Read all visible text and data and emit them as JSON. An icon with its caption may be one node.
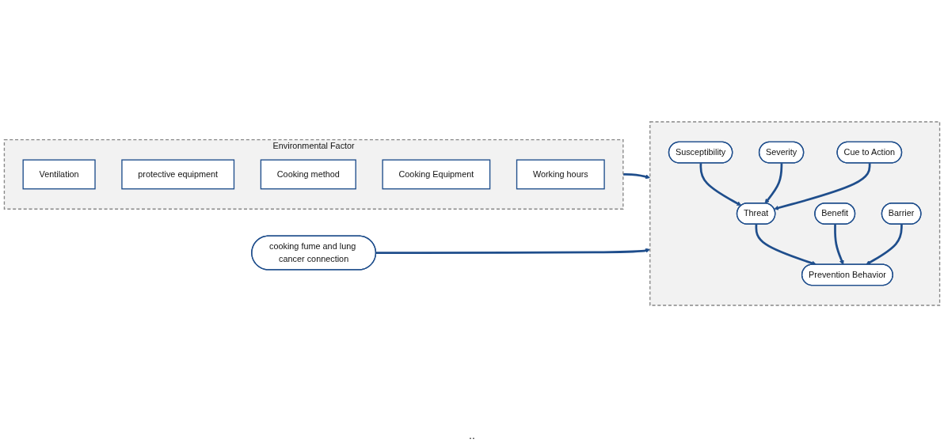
{
  "diagram": {
    "nodes": [
      {
        "text": [
          "Environmental Factor"
        ]
      },
      {
        "text": [
          "Ventilation"
        ],
        "in": 0
      },
      {
        "text": [
          "protective equipment"
        ],
        "in": 0
      },
      {
        "text": [
          "Cooking method"
        ],
        "in": 0
      },
      {
        "text": [
          "Cooking Equipment"
        ],
        "in": 0
      },
      {
        "text": [
          "Working hours"
        ],
        "in": 0
      },
      {
        "text": [],
        "shape": "box"
      },
      {
        "text": [
          "Susceptibility"
        ],
        "in": 6
      },
      {
        "text": [
          "Severity"
        ],
        "in": 6
      },
      {
        "text": [
          "Threat"
        ],
        "in": 6
      },
      {
        "text": [
          "Cue to Action"
        ],
        "in": 6
      },
      {
        "text": [
          "Benefit"
        ],
        "in": 6
      },
      {
        "text": [
          "Prevention Behavior"
        ],
        "in": 6
      },
      {
        "text": [
          "Barrier"
        ],
        "in": 6
      },
      {
        "text": [
          "cooking fume and lung cancer connection"
        ]
      }
    ],
    "edges": [
      {
        "from": 0,
        "to": 6,
        "arrow": "to"
      },
      {
        "from": 7,
        "to": 9,
        "arrow": "to"
      },
      {
        "from": 8,
        "to": 9,
        "arrow": "to"
      },
      {
        "from": 10,
        "to": 9,
        "arrow": "to"
      },
      {
        "from": 9,
        "to": 12,
        "arrow": "to"
      },
      {
        "from": 11,
        "to": 12,
        "arrow": "to"
      },
      {
        "from": 13,
        "to": 12,
        "arrow": "to"
      },
      {
        "from": 14,
        "to": 6,
        "arrow": "to"
      }
    ],
    "labels": [
      ".."
    ]
  }
}
